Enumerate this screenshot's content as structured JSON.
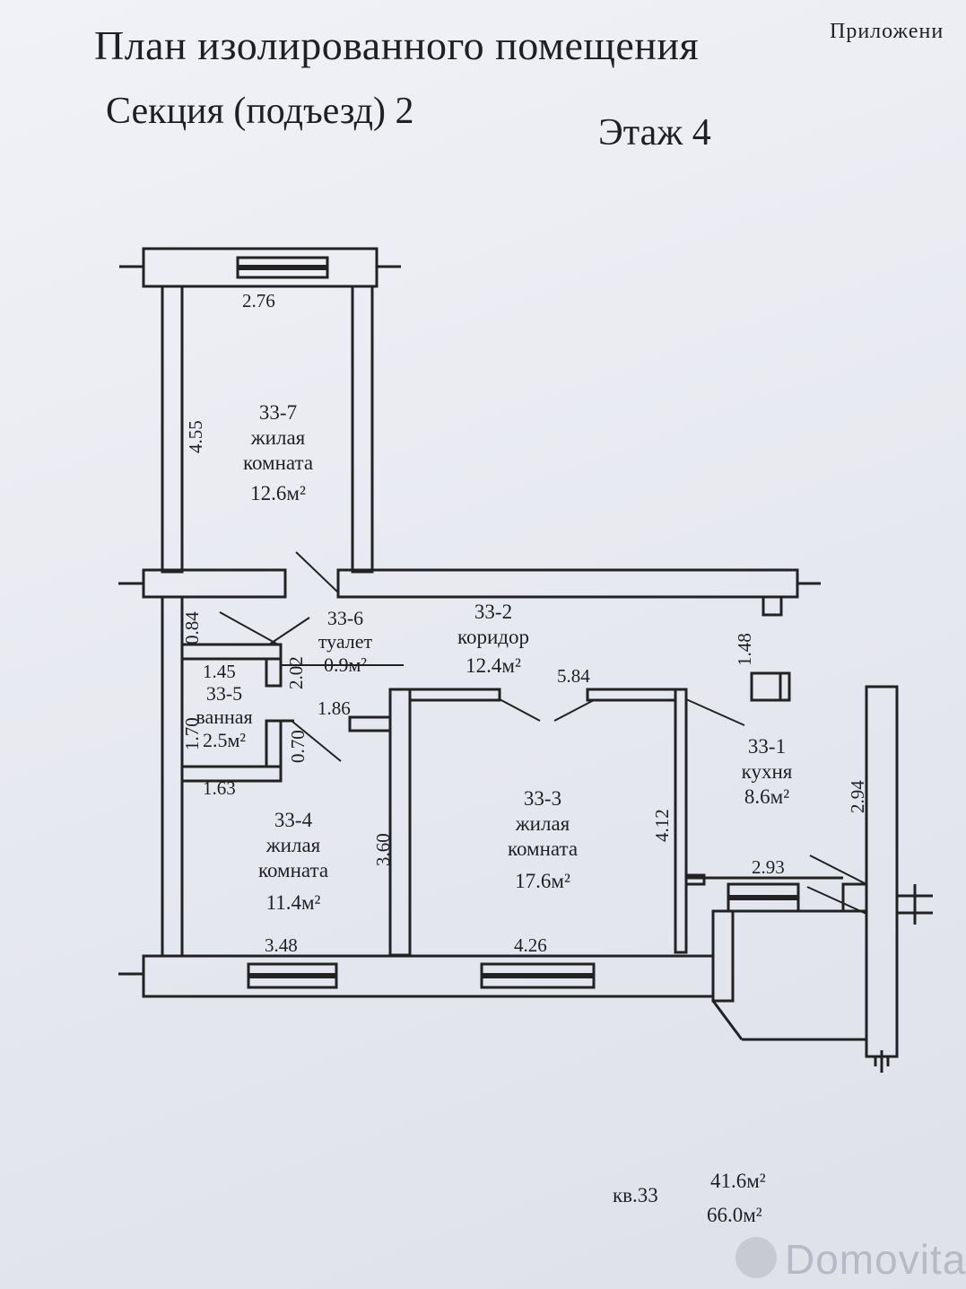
{
  "header": {
    "title": "План изолированного помещения",
    "section": "Секция (подъезд) 2",
    "floor": "Этаж 4",
    "appendix": "Приложени"
  },
  "rooms": {
    "r1": {
      "num": "33-1",
      "name": "кухня",
      "area": "8.6м²"
    },
    "r2": {
      "num": "33-2",
      "name": "коридор",
      "area": "12.4м²"
    },
    "r3": {
      "num": "33-3",
      "name1": "жилая",
      "name2": "комната",
      "area": "17.6м²"
    },
    "r4": {
      "num": "33-4",
      "name1": "жилая",
      "name2": "комната",
      "area": "11.4м²"
    },
    "r5": {
      "num": "33-5",
      "name": "ванная",
      "area": "2.5м²"
    },
    "r6": {
      "num": "33-6",
      "name": "туалет",
      "area": "0.9м²"
    },
    "r7": {
      "num": "33-7",
      "name1": "жилая",
      "name2": "комната",
      "area": "12.6м²"
    }
  },
  "dimensions": {
    "d276": "2.76",
    "d455": "4.55",
    "d084": "0.84",
    "d202": "2.02",
    "d145": "1.45",
    "d170": "1.70",
    "d070": "0.70",
    "d163": "1.63",
    "d186": "1.86",
    "d584": "5.84",
    "d148": "1.48",
    "d294": "2.94",
    "d412": "4.12",
    "d360": "3.60",
    "d293": "2.93",
    "d348": "3.48",
    "d426": "4.26"
  },
  "footer": {
    "apartment": "кв.33",
    "living_area": "41.6м²",
    "total_area": "66.0м²"
  },
  "watermark": {
    "brand": "Domovita"
  }
}
